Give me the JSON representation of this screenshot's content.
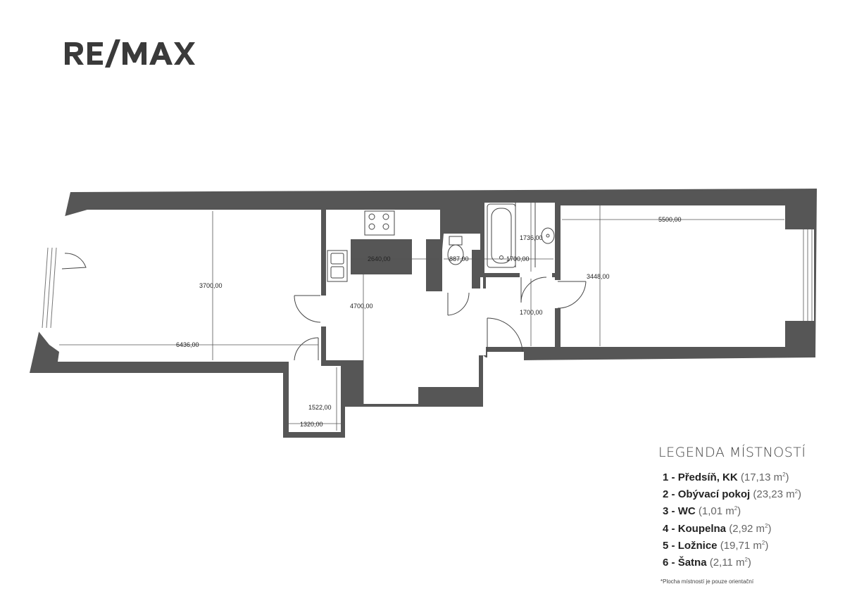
{
  "logo": {
    "text": "RE/MAX"
  },
  "legend": {
    "title": "LEGENDA MÍSTNOSTÍ",
    "items": [
      {
        "number": "1",
        "name": "Předsíň, KK",
        "area": "(17,13 m",
        "unit_sup": "2",
        "close": ")"
      },
      {
        "number": "2",
        "name": "Obývací pokoj",
        "area": "(23,23 m",
        "unit_sup": "2",
        "close": ")"
      },
      {
        "number": "3",
        "name": "WC",
        "area": "(1,01 m",
        "unit_sup": "2",
        "close": ")"
      },
      {
        "number": "4",
        "name": "Koupelna",
        "area": "(2,92 m",
        "unit_sup": "2",
        "close": ")"
      },
      {
        "number": "5",
        "name": "Ložnice",
        "area": "(19,71 m",
        "unit_sup": "2",
        "close": ")"
      },
      {
        "number": "6",
        "name": "Šatna",
        "area": "(2,11 m",
        "unit_sup": "2",
        "close": ")"
      }
    ]
  },
  "note": "*Plocha místností je pouze orientační",
  "dimensions": {
    "living_height": "3700,00",
    "living_width": "6436,00",
    "kitchen_width": "2640,00",
    "hall_length": "4700,00",
    "wc_width": "887,00",
    "bath_width": "1700,00",
    "bath_height": "1736,00",
    "bath_door": "1700,00",
    "bedroom_width": "5500,00",
    "bedroom_height": "3448,00",
    "closet_height": "1522,00",
    "closet_width": "1320,00"
  },
  "colors": {
    "wall": "#555555",
    "line": "#333333",
    "text": "#222222"
  }
}
